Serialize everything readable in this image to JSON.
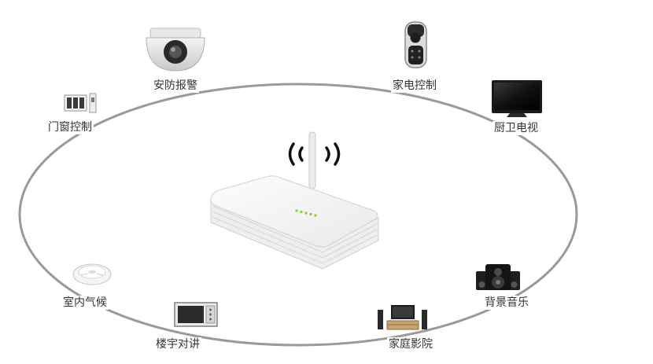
{
  "hub": {
    "icon": "wireless-router-icon"
  },
  "devices": [
    {
      "id": "security",
      "label": "安防报警",
      "icon": "dome-camera-icon"
    },
    {
      "id": "appliance",
      "label": "家电控制",
      "icon": "remote-control-icon"
    },
    {
      "id": "kitchen-tv",
      "label": "厨卫电视",
      "icon": "tv-icon"
    },
    {
      "id": "music",
      "label": "背景音乐",
      "icon": "speaker-system-icon"
    },
    {
      "id": "theater",
      "label": "家庭影院",
      "icon": "home-theater-icon"
    },
    {
      "id": "intercom",
      "label": "楼宇对讲",
      "icon": "intercom-panel-icon"
    },
    {
      "id": "climate",
      "label": "室内气候",
      "icon": "ceiling-sensor-icon"
    },
    {
      "id": "door-window",
      "label": "门窗控制",
      "icon": "switch-panel-icon"
    }
  ],
  "colors": {
    "ring": "#9a9a9a",
    "label": "#333333",
    "led": "#7ed321"
  }
}
